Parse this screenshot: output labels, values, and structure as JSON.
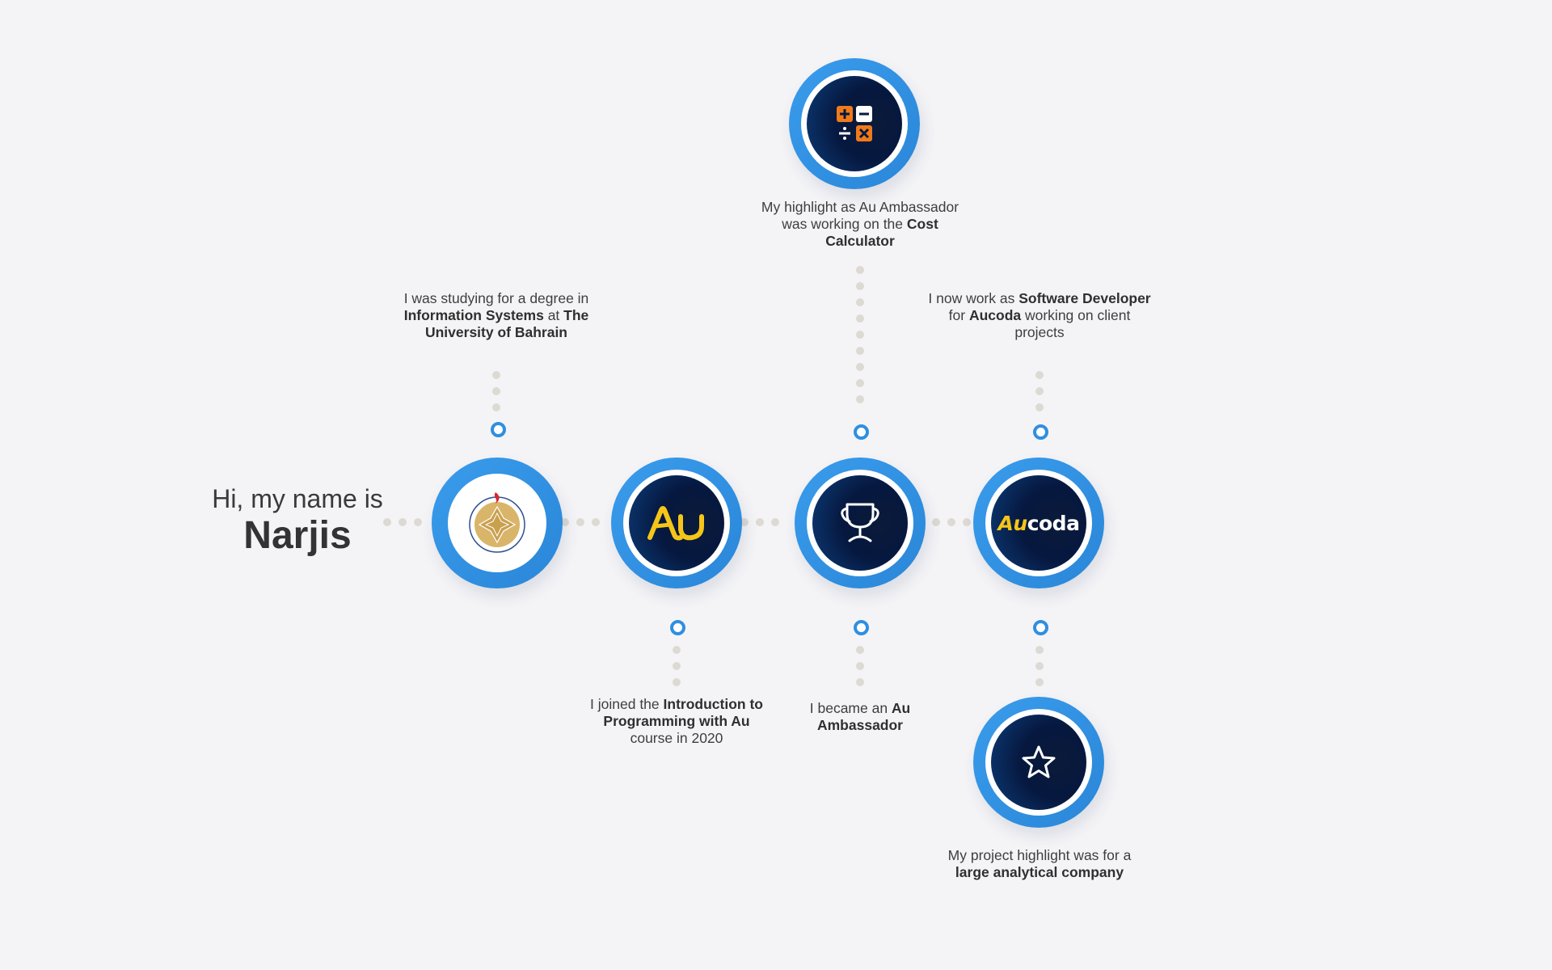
{
  "intro": {
    "greeting": "Hi, my name is",
    "name": "Narjis"
  },
  "nodes": [
    {
      "id": "university",
      "icon": "university-of-bahrain-logo"
    },
    {
      "id": "au",
      "icon": "au-logo",
      "logo_text": "Au"
    },
    {
      "id": "trophy",
      "icon": "trophy-icon"
    },
    {
      "id": "aucoda",
      "icon": "aucoda-logo",
      "logo_text_a": "Au",
      "logo_text_b": "coda"
    },
    {
      "id": "calculator",
      "icon": "calculator-icon"
    },
    {
      "id": "star",
      "icon": "star-icon"
    }
  ],
  "captions": {
    "university": {
      "p1": "I was studying for a degree in ",
      "b1": "Information Systems",
      "p2": " at ",
      "b2": "The University of Bahrain"
    },
    "au_course": {
      "p1": "I joined the ",
      "b1": "Introduction to Programming with Au",
      "p2": " course in 2020"
    },
    "ambassador": {
      "p1": "I became an ",
      "b1": "Au Ambassador"
    },
    "calculator": {
      "p1": "My highlight as Au Ambassador was working on the ",
      "b1": "Cost Calculator"
    },
    "aucoda": {
      "p1": "I now work as ",
      "b1": "Software Developer",
      "p2": " for ",
      "b2": "Aucoda",
      "p3": " working on client projects"
    },
    "project": {
      "p1": "My project highlight was for a ",
      "b1": "large analytical company"
    }
  },
  "colors": {
    "ring_blue": "#2f8fe0",
    "dark_navy": "#06183f",
    "dot_gray": "#ddd9d3",
    "au_yellow": "#f5c518",
    "calc_orange": "#f07a1a",
    "background": "#f4f4f7"
  }
}
